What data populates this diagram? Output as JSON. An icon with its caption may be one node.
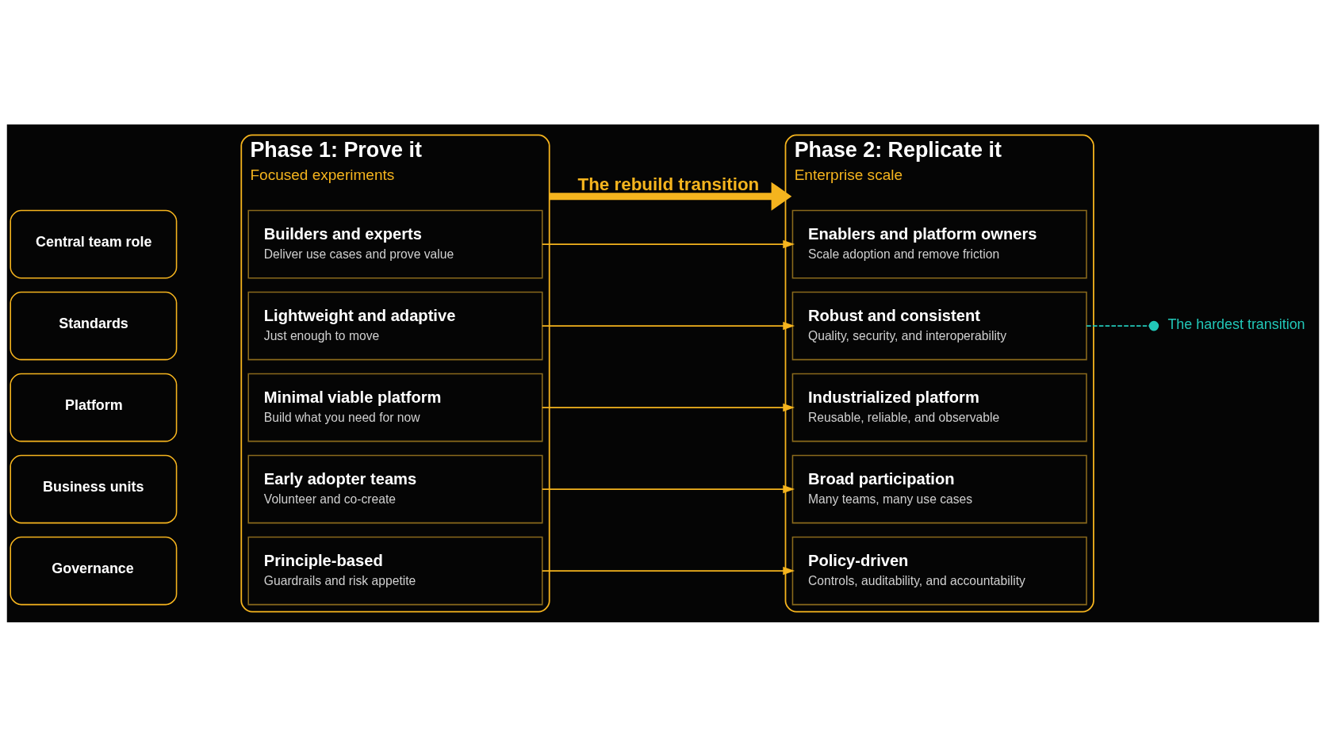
{
  "diagram": {
    "nodes": [
      {
        "text": [
          "Central team role"
        ]
      },
      {
        "text": [
          "Standards"
        ]
      },
      {
        "text": [
          "Platform"
        ]
      },
      {
        "text": [
          "Business units"
        ]
      },
      {
        "text": [
          "Governance"
        ]
      },
      {
        "text": [
          "Phase 1: Prove it",
          "Focused experiments"
        ]
      },
      {
        "text": [
          "Builders and experts",
          "Deliver use cases and prove value"
        ],
        "in": 5
      },
      {
        "text": [
          "Lightweight and adaptive",
          "Just enough to move"
        ],
        "in": 5
      },
      {
        "text": [
          "Minimal viable platform",
          "Build what you need for now"
        ],
        "in": 5
      },
      {
        "text": [
          "Early adopter teams",
          "Volunteer and co-create"
        ],
        "in": 5
      },
      {
        "text": [
          "Principle-based",
          "Guardrails and risk appetite"
        ],
        "in": 5
      },
      {
        "text": [
          "Phase 2: Replicate it",
          "Enterprise scale"
        ]
      },
      {
        "text": [
          "Enablers and platform owners",
          "Scale adoption and remove friction"
        ],
        "in": 11
      },
      {
        "text": [
          "Robust and consistent",
          "Quality, security, and interoperability"
        ],
        "in": 11
      },
      {
        "text": [
          "Industrialized platform",
          "Reusable, reliable, and observable"
        ],
        "in": 11
      },
      {
        "text": [
          "Broad participation",
          "Many teams, many use cases"
        ],
        "in": 11
      },
      {
        "text": [
          "Policy-driven",
          "Controls, auditability, and accountability"
        ],
        "in": 11
      },
      {
        "text": [
          "The hardest transition"
        ]
      }
    ],
    "edges": [
      {
        "from": 5,
        "to": 11,
        "arrow": "to",
        "label": "The rebuild transition",
        "style": "thick"
      },
      {
        "from": 6,
        "to": 12,
        "arrow": "to"
      },
      {
        "from": 7,
        "to": 13,
        "arrow": "to"
      },
      {
        "from": 8,
        "to": 14,
        "arrow": "to"
      },
      {
        "from": 9,
        "to": 15,
        "arrow": "to"
      },
      {
        "from": 10,
        "to": 16,
        "arrow": "to"
      },
      {
        "from": 13,
        "to": 17,
        "arrow": "other",
        "style": "dashed",
        "color": "#22c7b8"
      }
    ]
  }
}
